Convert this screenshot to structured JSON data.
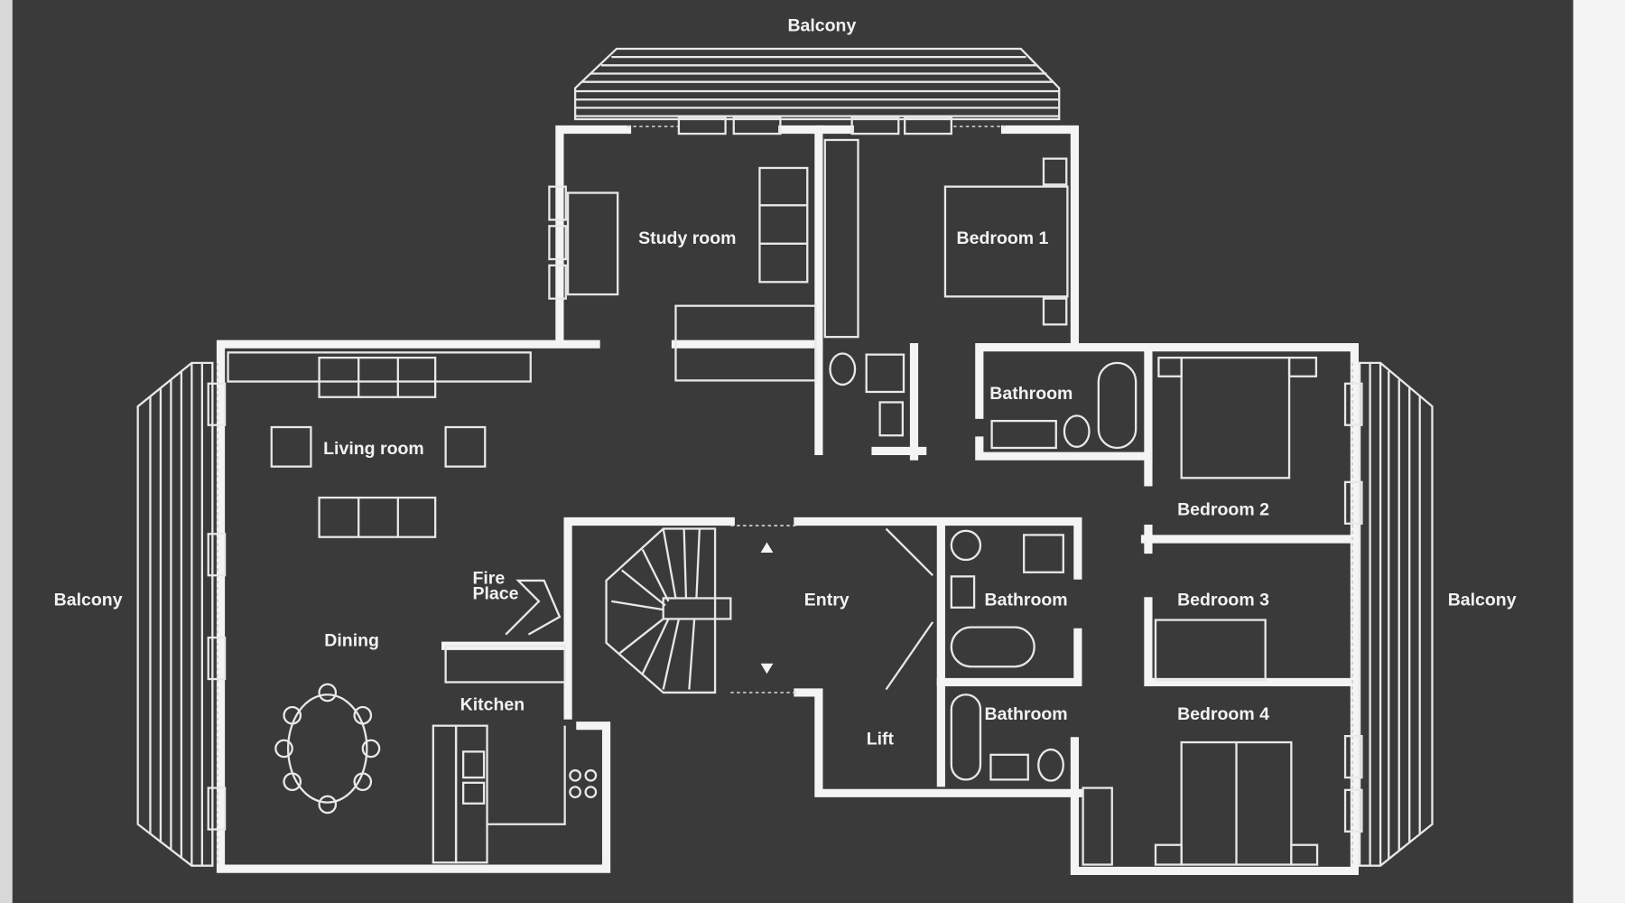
{
  "title": "Apartment floor plan",
  "colors": {
    "background": "#3a3a3a",
    "lines": "#f4f4f4"
  },
  "labels": {
    "balcony_top": "Balcony",
    "balcony_left": "Balcony",
    "balcony_right": "Balcony",
    "study_room": "Study room",
    "bedroom_1": "Bedroom 1",
    "bathroom_upper": "Bathroom",
    "living_room": "Living room",
    "bedroom_2": "Bedroom 2",
    "fire_place_1": "Fire",
    "fire_place_2": "Place",
    "entry": "Entry",
    "bathroom_middle": "Bathroom",
    "bedroom_3": "Bedroom 3",
    "dining": "Dining",
    "kitchen": "Kitchen",
    "lift": "Lift",
    "bathroom_lower": "Bathroom",
    "bedroom_4": "Bedroom 4"
  }
}
